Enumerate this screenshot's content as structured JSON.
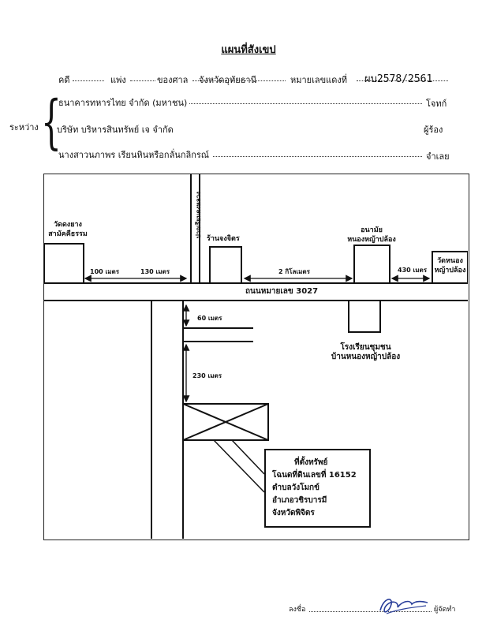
{
  "document": {
    "title": "แผนที่สังเขป",
    "header": {
      "case_label": "คดี",
      "case_type": "แพ่ง",
      "court_label": "ของศาล",
      "court_name": "จังหวัดอุทัยธานี",
      "red_no_label": "หมายเลขแดงที่",
      "red_no_value": "ผบ2578/2561"
    },
    "between_label": "ระหว่าง",
    "parties": [
      {
        "name": "ธนาคารทหารไทย จำกัด (มหาชน)",
        "role": "โจทก์"
      },
      {
        "name": "บริษัท บริหารสินทรัพย์ เจ จำกัด",
        "role": "ผู้ร้อง"
      },
      {
        "name": "นางสาวนภาพร เรียนหินหรือกลั่นกลิกรณ์",
        "role": "จำเลย"
      }
    ]
  },
  "map": {
    "landmarks": {
      "temple_left": "วัดดงยาง\nสามัคคีธรรม",
      "market_road": "ปากเรียนดงหลวง",
      "shop": "ร้านจงจิตร",
      "health_center": "อนามัย\nหนองหญ้าปล้อง",
      "temple_right": "วัดหนอง\nหญ้าปล้อง",
      "school": "โรงเรียนชุมชน\nบ้านหนองหญ้าปล้อง"
    },
    "road_name": "ถนนหมายเลข 3027",
    "distances": {
      "d1": "100 เมตร",
      "d2": "130 เมตร",
      "d3": "2 กิโลเมตร",
      "d4": "430 เมตร",
      "d5": "60 เมตร",
      "d6": "230 เมตร"
    },
    "property_box": {
      "line1": "ที่ตั้งทรัพย์",
      "line2": "โฉนดที่ดินเลขที่ 16152",
      "line3": "ตำบลวังโมกข์",
      "line4": "อำเภอวชิรบารมี",
      "line5": "จังหวัดพิจิตร"
    }
  },
  "signature": {
    "sign_label": "ลงชื่อ",
    "role_label": "ผู้จัดทำ"
  },
  "colors": {
    "ink": "#111111",
    "signature_ink": "#2a3f9a"
  }
}
